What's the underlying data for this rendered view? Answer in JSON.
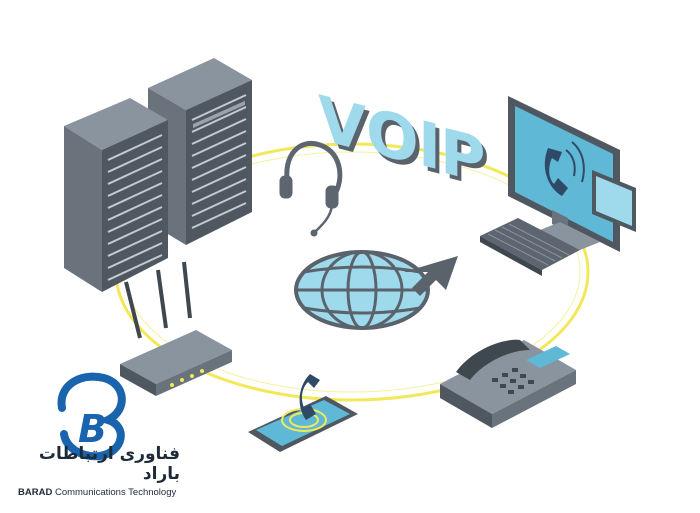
{
  "illustration": {
    "headline": "VOIP"
  },
  "brand": {
    "name_fa": "فناوری ارتباطات باراد",
    "name_en_bold": "BARAD",
    "name_en_rest": " Communications Technology",
    "logo_letter": "B"
  },
  "colors": {
    "ring": "#f2e85a",
    "metal_dark": "#5d6670",
    "metal_mid": "#8a949e",
    "metal_light": "#c3cad1",
    "screen": "#5eb8d6",
    "screen_light": "#9fd9ec",
    "letters": "#9fd9ec",
    "letters_side": "#5a636c",
    "logo_blue": "#1a63ad",
    "text_dark": "#1e2a3a"
  }
}
